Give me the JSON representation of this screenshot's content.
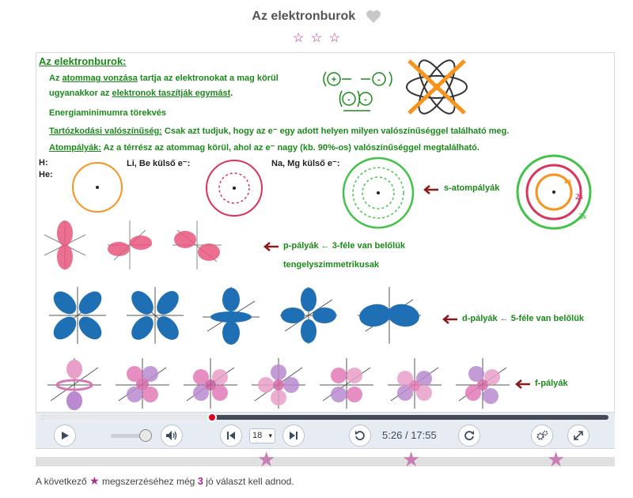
{
  "title": "Az elektronburok",
  "rating_stars": [
    "☆",
    "☆",
    "☆"
  ],
  "slide": {
    "heading": "Az elektronburok:",
    "line1_a": "Az ",
    "line1_b": "atommag vonzása",
    "line1_c": " tartja az elektronokat a mag körül",
    "line2_a": "ugyanakkor az ",
    "line2_b": "elektronok taszítják egymást",
    "line2_c": ".",
    "line3": "Energiaminimumra törekvés",
    "line4_a": "Tartózkodási valószínűség:",
    "line4_b": " Csak azt tudjuk, hogy az e⁻ egy adott helyen milyen valószínűséggel található meg.",
    "line5_a": "Atompályák:",
    "line5_b": " Az a térrész az atommag körül, ahol az e⁻ nagy (kb. 90%-os) valószínűséggel megtalálható.",
    "label_h": "H:",
    "label_he": "He:",
    "label_libe": "Li, Be külső e⁻:",
    "label_namg": "Na, Mg külső e⁻:",
    "s_label": "s-atompályák",
    "p_label": "p-pályák  ← 3-féle van belőlük",
    "p_label2": "tengelyszimmetrikusak",
    "d_label": "d-pályák  ← 5-féle van belőlük",
    "f_label": "f-pályák",
    "shell_1s": "1s",
    "shell_2s": "2s",
    "shell_3s": "3s",
    "plus": "+",
    "minus": "-"
  },
  "player": {
    "progress_fraction": 0.3,
    "speed": "18",
    "current_time": "5:26",
    "separator": "/",
    "total_time": "17:55",
    "volume_fraction": 0.8
  },
  "footer": {
    "note_a": "A következő",
    "note_b": "megszerzéséhez még",
    "remaining": "3",
    "note_c": "jó választ kell adnod."
  },
  "colors": {
    "accent": "#b02a8a",
    "green_text": "#1a8a1a",
    "progress_marker": "#e3001b",
    "orbital_s": "#f7941d",
    "orbital_p": "#e8567c",
    "orbital_d": "#1f6fb5",
    "orbital_f": "#c98ccf",
    "arrow": "#8b1a1a"
  }
}
